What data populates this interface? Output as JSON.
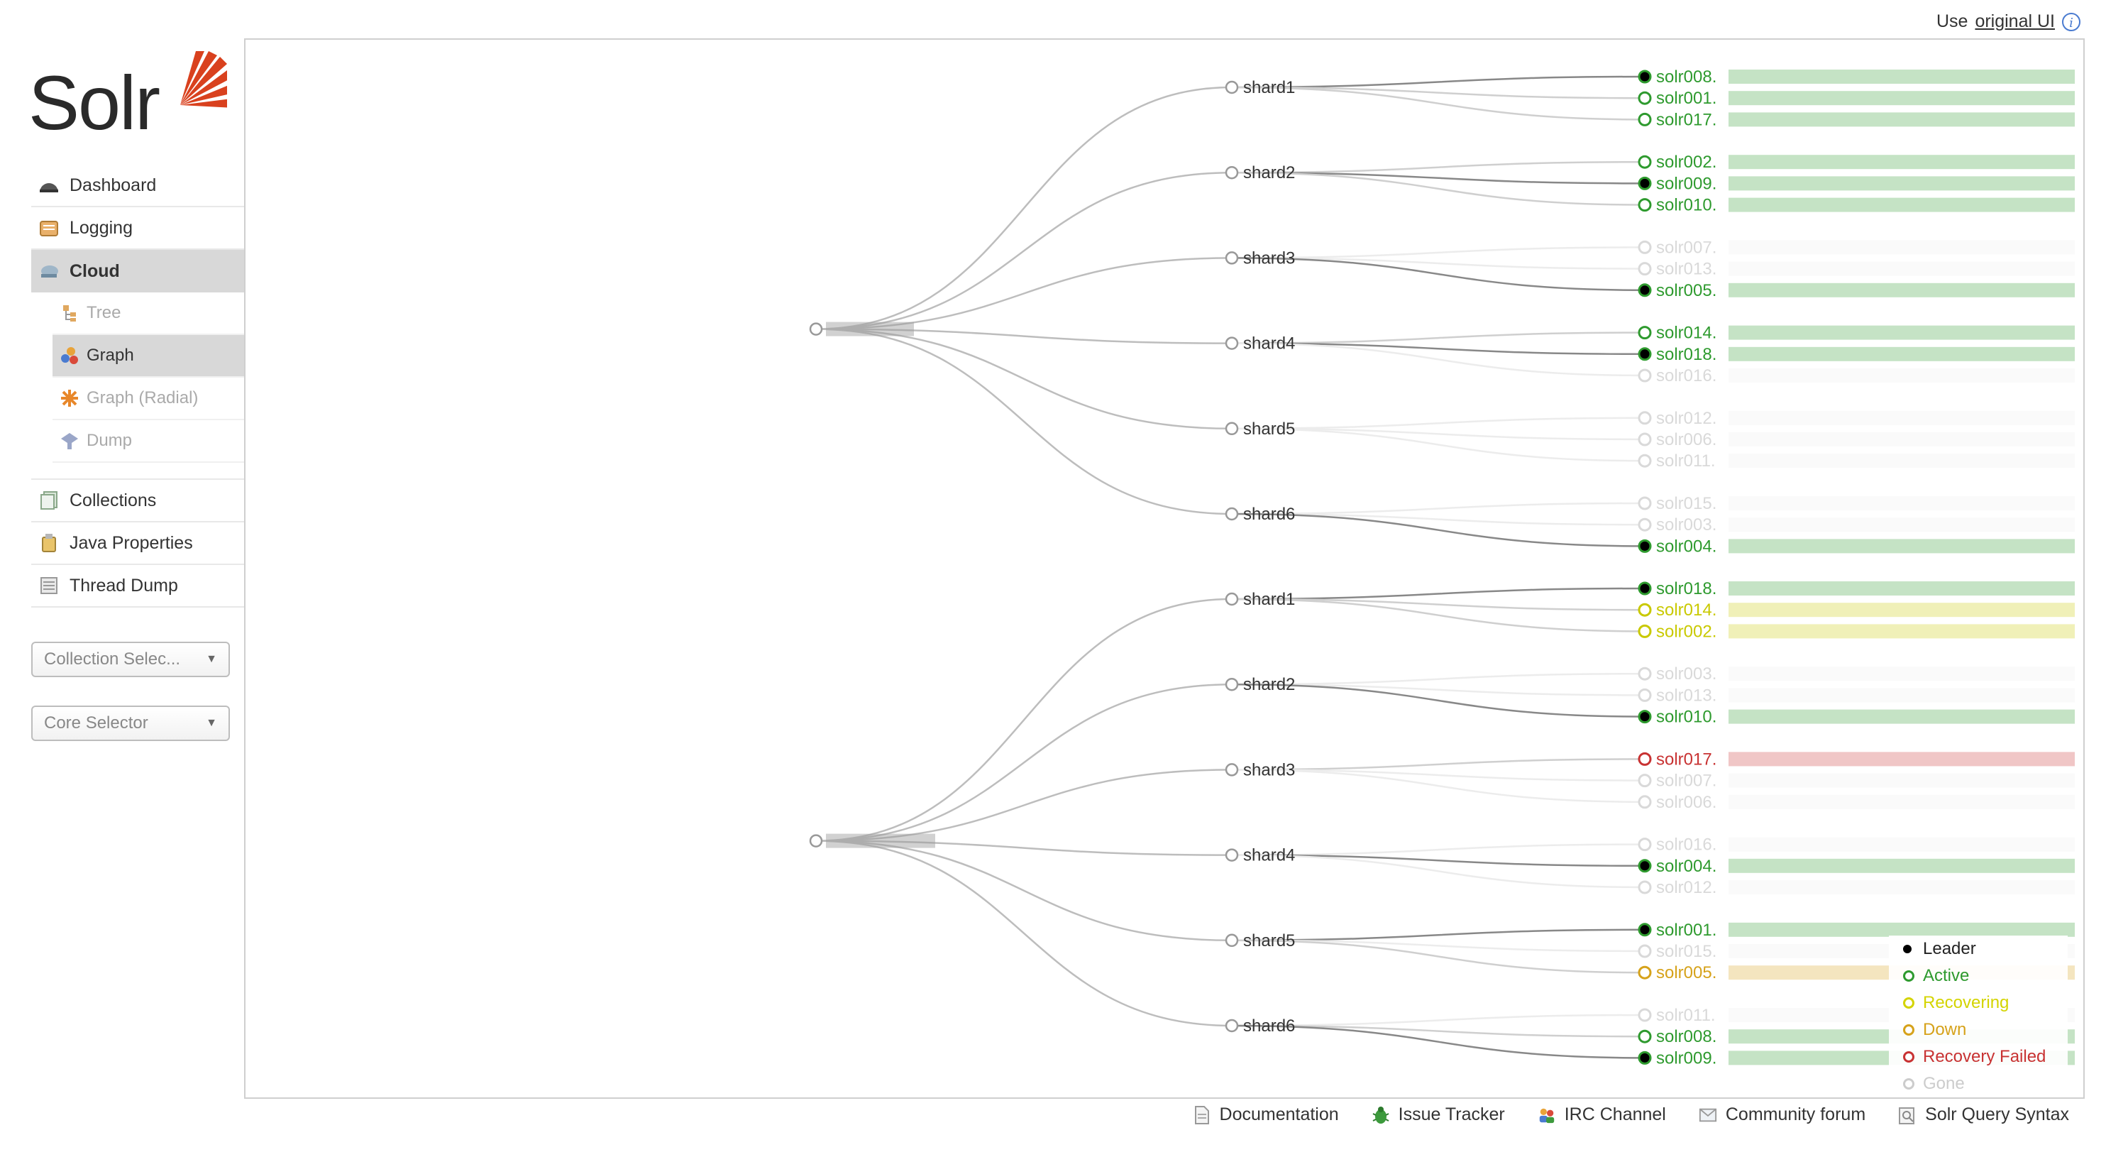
{
  "topbar": {
    "prefix": "Use",
    "link": "original UI"
  },
  "logo": {
    "text": "Solr"
  },
  "nav": {
    "dashboard": "Dashboard",
    "logging": "Logging",
    "cloud": "Cloud",
    "tree": "Tree",
    "graph": "Graph",
    "graph_radial": "Graph (Radial)",
    "dump": "Dump",
    "collections": "Collections",
    "java_properties": "Java Properties",
    "thread_dump": "Thread Dump"
  },
  "selectors": {
    "collection": "Collection Selec...",
    "core": "Core Selector"
  },
  "legend": {
    "title": "",
    "items": [
      {
        "label": "Leader",
        "color": "#000000"
      },
      {
        "label": "Active",
        "color": "#2e9a2e"
      },
      {
        "label": "Recovering",
        "color": "#d4d400"
      },
      {
        "label": "Down",
        "color": "#d6a21a"
      },
      {
        "label": "Recovery Failed",
        "color": "#c83232"
      },
      {
        "label": "Gone",
        "color": "#cccccc"
      }
    ]
  },
  "colors": {
    "leader": "#000000",
    "active": "#2e9a2e",
    "recovering": "#c9c900",
    "down": "#d6a21a",
    "failed": "#c83232",
    "gone": "#d9d9d9",
    "edge": "#bdbdbd"
  },
  "collections": [
    {
      "shards": [
        {
          "name": "shard1",
          "replicas": [
            {
              "name": "solr008.",
              "state": "leader"
            },
            {
              "name": "solr001.",
              "state": "active"
            },
            {
              "name": "solr017.",
              "state": "active"
            }
          ]
        },
        {
          "name": "shard2",
          "replicas": [
            {
              "name": "solr002.",
              "state": "active"
            },
            {
              "name": "solr009.",
              "state": "leader"
            },
            {
              "name": "solr010.",
              "state": "active"
            }
          ]
        },
        {
          "name": "shard3",
          "replicas": [
            {
              "name": "solr007.",
              "state": "gone"
            },
            {
              "name": "solr013.",
              "state": "gone"
            },
            {
              "name": "solr005.",
              "state": "leader"
            }
          ]
        },
        {
          "name": "shard4",
          "replicas": [
            {
              "name": "solr014.",
              "state": "active"
            },
            {
              "name": "solr018.",
              "state": "leader"
            },
            {
              "name": "solr016.",
              "state": "gone"
            }
          ]
        },
        {
          "name": "shard5",
          "replicas": [
            {
              "name": "solr012.",
              "state": "gone"
            },
            {
              "name": "solr006.",
              "state": "gone"
            },
            {
              "name": "solr011.",
              "state": "gone"
            }
          ]
        },
        {
          "name": "shard6",
          "replicas": [
            {
              "name": "solr015.",
              "state": "gone"
            },
            {
              "name": "solr003.",
              "state": "gone"
            },
            {
              "name": "solr004.",
              "state": "leader"
            }
          ]
        }
      ]
    },
    {
      "shards": [
        {
          "name": "shard1",
          "replicas": [
            {
              "name": "solr018.",
              "state": "leader"
            },
            {
              "name": "solr014.",
              "state": "recovering"
            },
            {
              "name": "solr002.",
              "state": "recovering"
            }
          ]
        },
        {
          "name": "shard2",
          "replicas": [
            {
              "name": "solr003.",
              "state": "gone"
            },
            {
              "name": "solr013.",
              "state": "gone"
            },
            {
              "name": "solr010.",
              "state": "leader"
            }
          ]
        },
        {
          "name": "shard3",
          "replicas": [
            {
              "name": "solr017.",
              "state": "failed"
            },
            {
              "name": "solr007.",
              "state": "gone"
            },
            {
              "name": "solr006.",
              "state": "gone"
            }
          ]
        },
        {
          "name": "shard4",
          "replicas": [
            {
              "name": "solr016.",
              "state": "gone"
            },
            {
              "name": "solr004.",
              "state": "leader"
            },
            {
              "name": "solr012.",
              "state": "gone"
            }
          ]
        },
        {
          "name": "shard5",
          "replicas": [
            {
              "name": "solr001.",
              "state": "leader"
            },
            {
              "name": "solr015.",
              "state": "gone"
            },
            {
              "name": "solr005.",
              "state": "down"
            }
          ]
        },
        {
          "name": "shard6",
          "replicas": [
            {
              "name": "solr011.",
              "state": "gone"
            },
            {
              "name": "solr008.",
              "state": "active"
            },
            {
              "name": "solr009.",
              "state": "leader"
            }
          ]
        }
      ]
    }
  ],
  "footer": {
    "documentation": "Documentation",
    "issue_tracker": "Issue Tracker",
    "irc_channel": "IRC Channel",
    "community_forum": "Community forum",
    "query_syntax": "Solr Query Syntax"
  }
}
